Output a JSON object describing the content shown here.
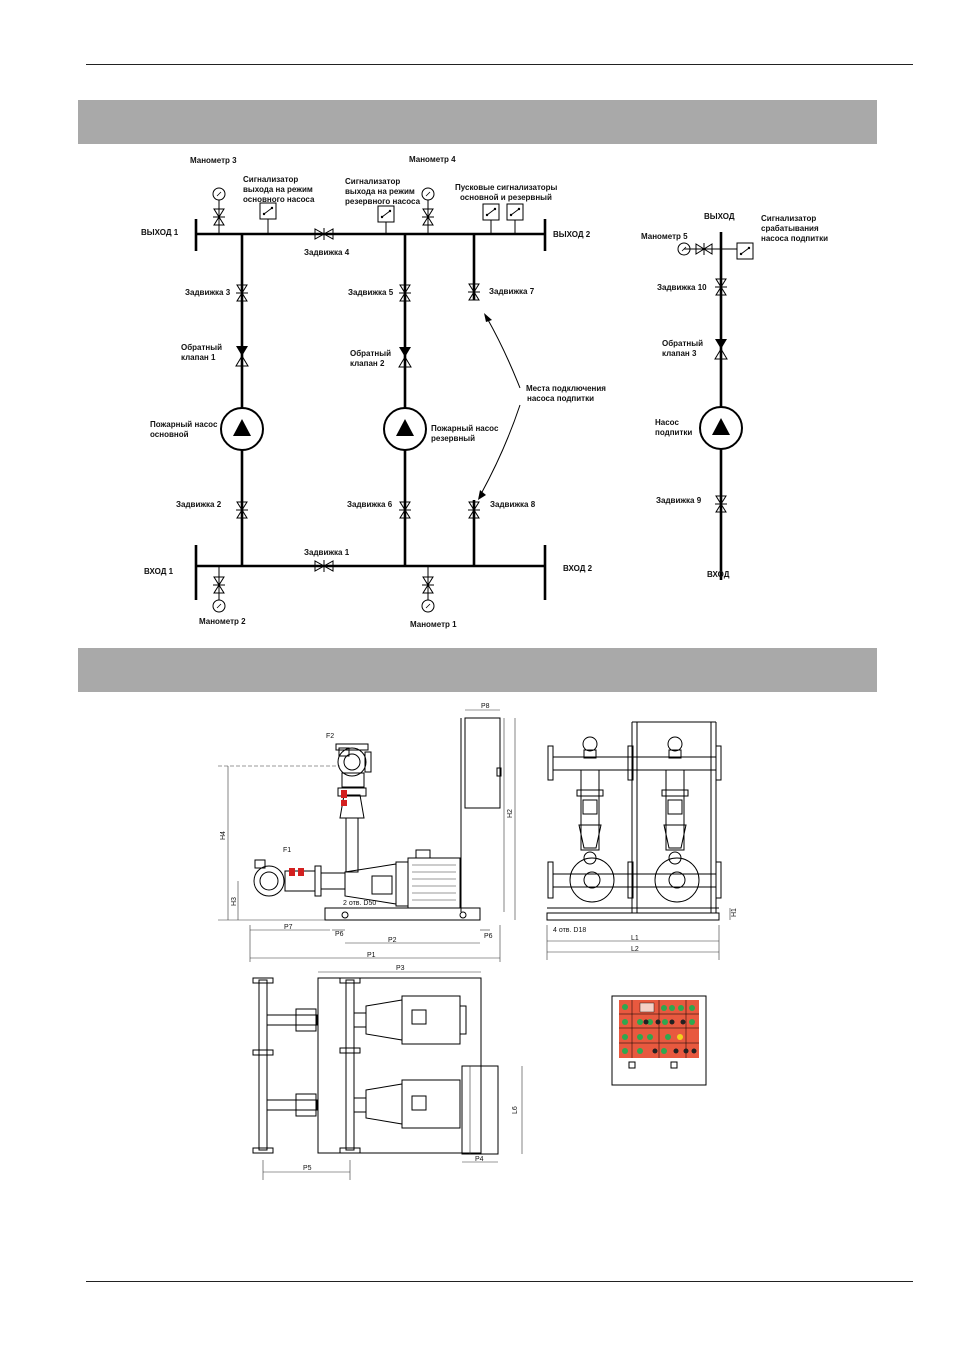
{
  "scheme": {
    "labels": {
      "manometer3": "Манометр 3",
      "manometer4": "Манометр 4",
      "signal_main_1": "Сигнализатор",
      "signal_main_2": "выхода на режим",
      "signal_main_3": "основного насоса",
      "signal_res_1": "Сигнализатор",
      "signal_res_2": "выхода на режим",
      "signal_res_3": "резервного насоса",
      "start_1": "Пусковые сигнализаторы",
      "start_2": "основной и резервный",
      "out1": "ВЫХОД 1",
      "out2": "ВЫХОД 2",
      "valve4": "Задвижка 4",
      "valve3": "Задвижка 3",
      "valve5": "Задвижка 5",
      "valve7": "Задвижка 7",
      "check1_1": "Обратный",
      "check1_2": "клапан 1",
      "check2_1": "Обратный",
      "check2_2": "клапан 2",
      "conn_1": "Места подключения",
      "conn_2": "насоса подпитки",
      "pump_main_1": "Пожарный насос",
      "pump_main_2": "основной",
      "pump_res_1": "Пожарный насос",
      "pump_res_2": "резервный",
      "valve2": "Задвижка 2",
      "valve6": "Задвижка 6",
      "valve8": "Задвижка 8",
      "valve1": "Задвижка 1",
      "in1": "ВХОД 1",
      "in2": "ВХОД 2",
      "manometer2": "Манометр 2",
      "manometer1": "Манометр 1"
    },
    "feed": {
      "out": "ВЫХОД",
      "signal_1": "Сигнализатор",
      "signal_2": "срабатывания",
      "signal_3": "насоса подпитки",
      "manometer5": "Манометр 5",
      "valve10": "Задвижка 10",
      "check3_1": "Обратный",
      "check3_2": "клапан 3",
      "pump_1": "Насос",
      "pump_2": "подпитки",
      "valve9": "Задвижка 9",
      "in": "ВХОД"
    }
  },
  "dimensions": {
    "F1": "F1",
    "F2": "F2",
    "H1": "H1",
    "H2": "H2",
    "H3": "H3",
    "H4": "H4",
    "P1": "P1",
    "P2": "P2",
    "P3": "P3",
    "P4": "P4",
    "P5": "P5",
    "P6": "P6",
    "P7": "P7",
    "P8": "P8",
    "L1": "L1",
    "L2": "L2",
    "L6": "L6",
    "holes_front": "2 отв. D50",
    "holes_side": "4 отв. D18"
  },
  "colors": {
    "header_bar": "#a9a9a9",
    "panel_red": "#e8593f",
    "led_green": "#2fa84f",
    "led_yellow": "#f2d21b",
    "valve_red": "#d32020"
  }
}
